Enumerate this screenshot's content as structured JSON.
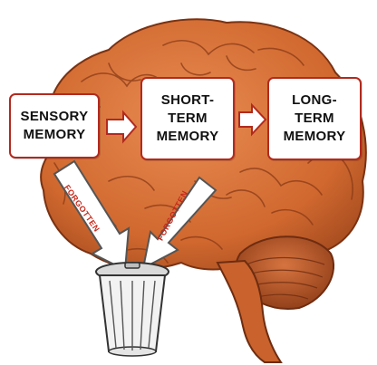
{
  "diagram": {
    "stages": [
      {
        "label": "SENSORY\nMEMORY"
      },
      {
        "label": "SHORT-\nTERM\nMEMORY"
      },
      {
        "label": "LONG-\nTERM\nMEMORY"
      }
    ],
    "forgotten_labels": [
      "FORGOTTEN",
      "FORGOTTEN"
    ],
    "colors": {
      "brain": "#d9733c",
      "brain_dark": "#8a3a16",
      "box_border": "#b22a1e",
      "arrow_fill": "#ffffff",
      "label_red": "#c8281a"
    },
    "icons": [
      "brain-illustration",
      "trash-can-icon"
    ]
  }
}
